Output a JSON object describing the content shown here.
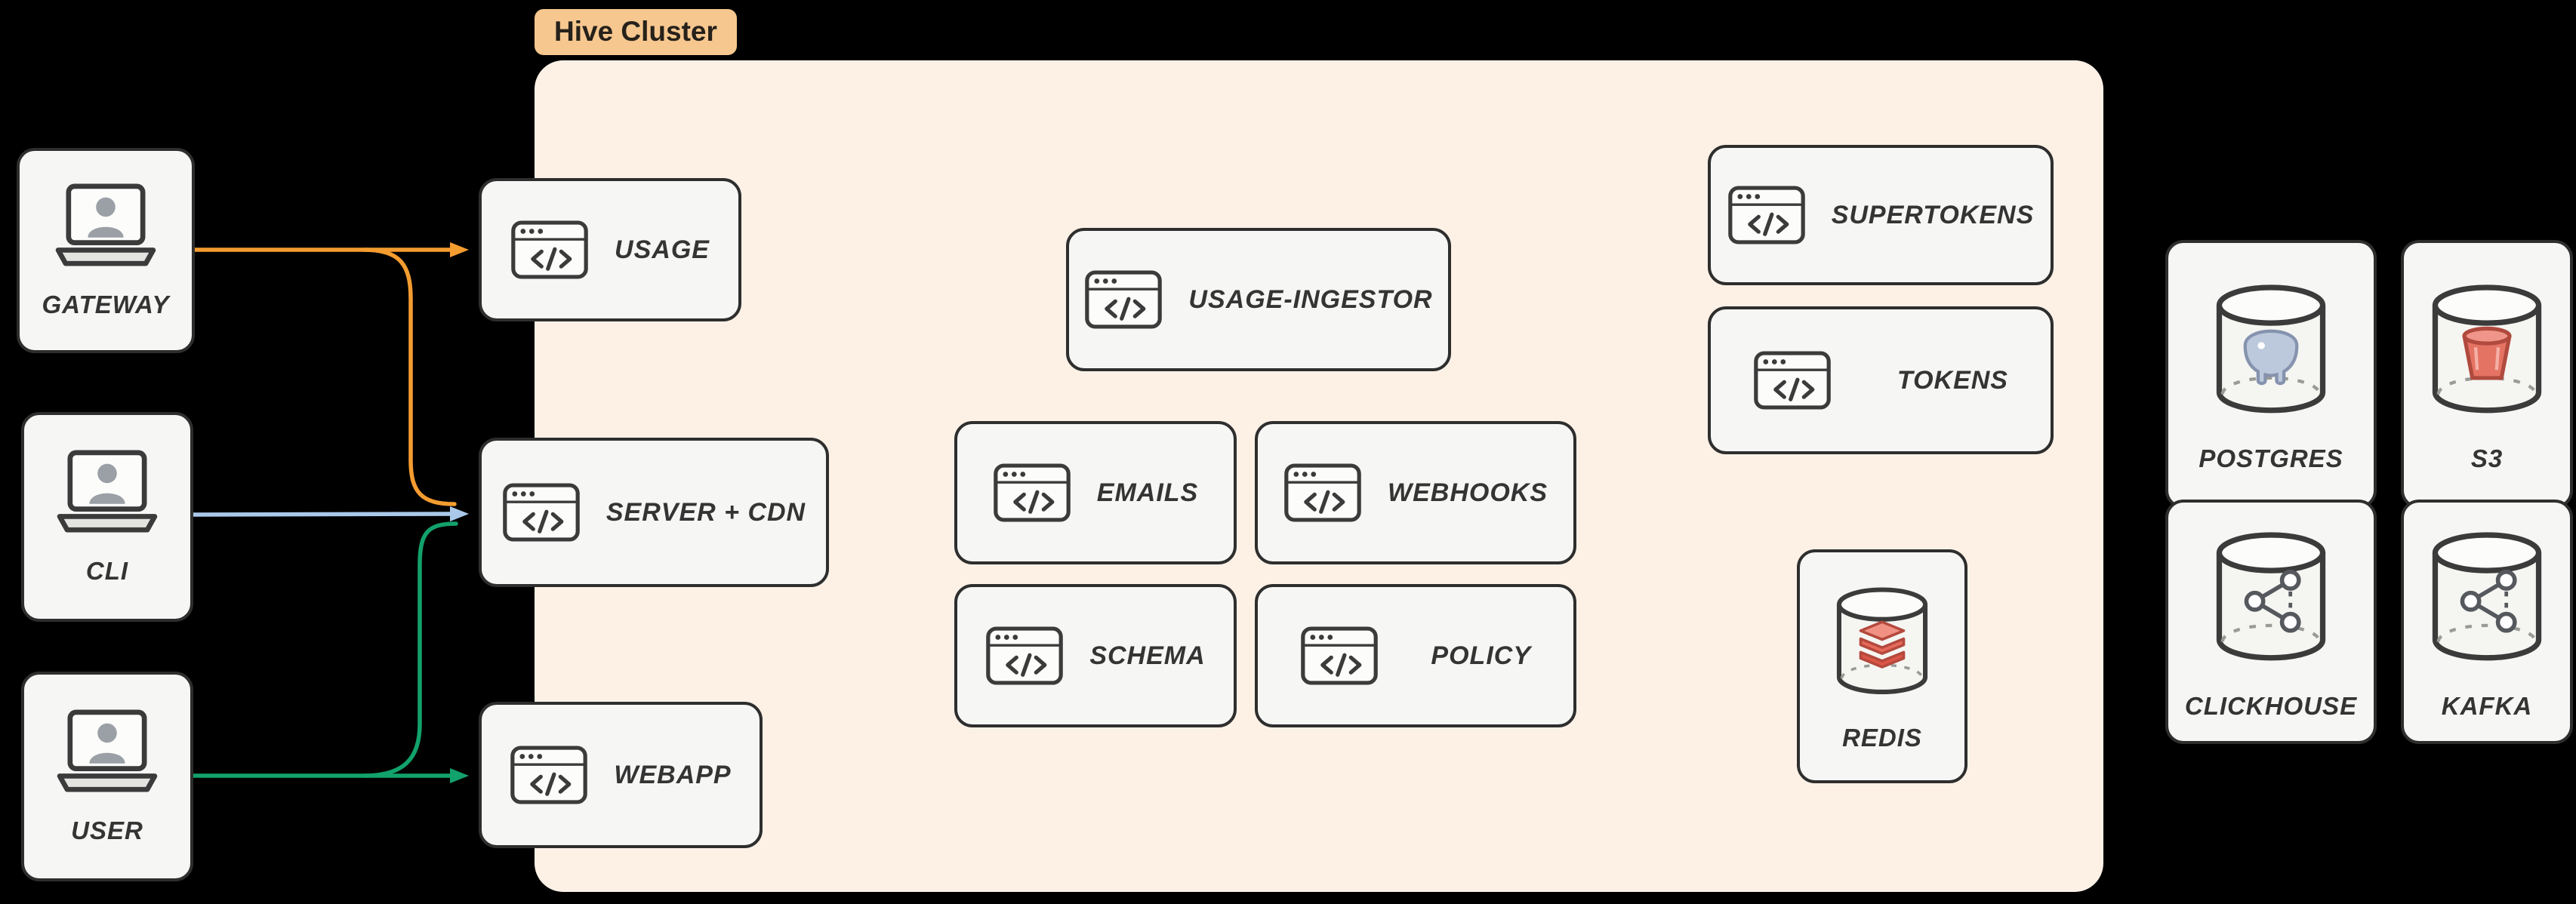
{
  "cluster": {
    "label": "Hive Cluster"
  },
  "clients": {
    "gateway": {
      "label": "GATEWAY"
    },
    "cli": {
      "label": "CLI"
    },
    "user": {
      "label": "USER"
    }
  },
  "services": {
    "usage": {
      "label": "USAGE"
    },
    "server_cdn": {
      "label": "SERVER + CDN"
    },
    "webapp": {
      "label": "WEBAPP"
    },
    "usage_ingestor": {
      "label": "USAGE-INGESTOR"
    },
    "emails": {
      "label": "EMAILS"
    },
    "webhooks": {
      "label": "WEBHOOKS"
    },
    "schema": {
      "label": "SCHEMA"
    },
    "policy": {
      "label": "POLICY"
    },
    "supertokens": {
      "label": "SUPERTOKENS"
    },
    "tokens": {
      "label": "TOKENS"
    }
  },
  "datastores": {
    "redis": {
      "label": "REDIS"
    },
    "postgres": {
      "label": "POSTGRES"
    },
    "s3": {
      "label": "S3"
    },
    "clickhouse": {
      "label": "CLICKHOUSE"
    },
    "kafka": {
      "label": "KAFKA"
    }
  },
  "edges": [
    {
      "from": "gateway",
      "to": "usage",
      "color": "#f59c30"
    },
    {
      "from": "gateway",
      "to": "server_cdn",
      "color": "#f59c30"
    },
    {
      "from": "cli",
      "to": "server_cdn",
      "color": "#aac9ea"
    },
    {
      "from": "user",
      "to": "server_cdn",
      "color": "#12a26b"
    },
    {
      "from": "user",
      "to": "webapp",
      "color": "#12a26b"
    }
  ],
  "icons": {
    "client": "laptop-user-icon",
    "service": "code-window-icon",
    "redis": "redis-stack-cylinder-icon",
    "postgres": "postgres-elephant-cylinder-icon",
    "s3": "s3-bucket-cylinder-icon",
    "clickhouse": "node-graph-cylinder-icon",
    "kafka": "node-graph-cylinder-icon"
  },
  "colors": {
    "background": "#000000",
    "cluster_fill": "#fdf1e6",
    "tag_fill": "#f6c78f",
    "node_fill": "#f6f6f4",
    "node_border": "#2e2e2e",
    "arrow_orange": "#f59c30",
    "arrow_blue": "#aac9ea",
    "arrow_green": "#12a26b"
  }
}
